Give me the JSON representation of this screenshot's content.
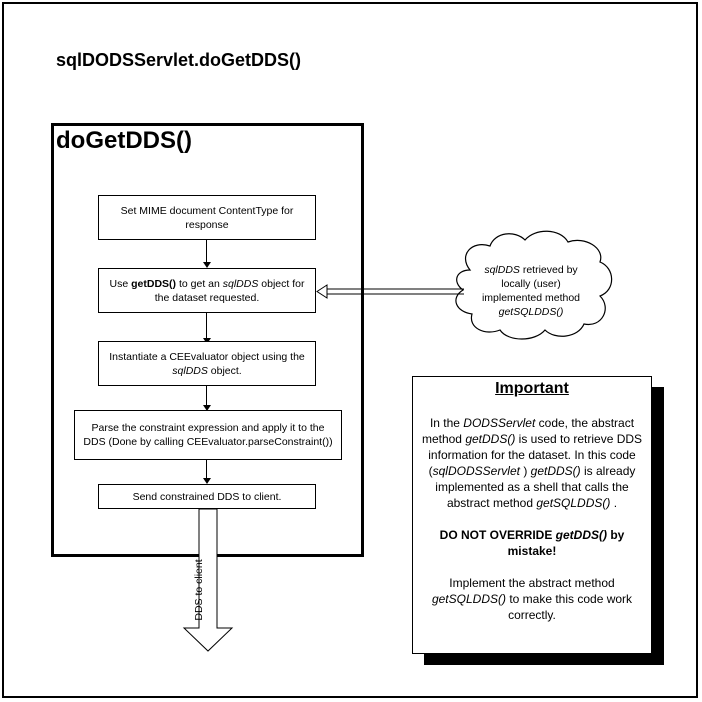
{
  "page_title": "sqlDODSServlet.doGetDDS()",
  "panel_title": "doGetDDS()",
  "steps": [
    {
      "lines": [
        "Set MIME document ContentType for",
        "response"
      ]
    },
    {
      "pre": "Use ",
      "bold": "getDDS()",
      "mid": " to get an ",
      "italic": "sqlDDS",
      "post": " object for",
      "line2": "the dataset requested."
    },
    {
      "line1": "Instantiate a CEEvaluator object using the",
      "italic": "sqlDDS",
      "post": " object."
    },
    {
      "lines": [
        "Parse the constraint expression and apply it to the",
        "DDS (Done by calling CEEvaluator.parseConstraint())"
      ]
    },
    {
      "lines": [
        "Send constrained DDS to client."
      ]
    }
  ],
  "cloud": {
    "italic1": "sqlDDS",
    "text1": "  retrieved by",
    "text2": "locally (user)",
    "text3": "implemented method",
    "italic2": "getSQLDDS()"
  },
  "output_arrow_label": "DDS to client",
  "note": {
    "title": "Important",
    "p1": {
      "a": "In the ",
      "b": "DODSServlet",
      "c": "  code, the abstract method ",
      "d": "getDDS()",
      "e": "  is used to retrieve DDS information for the dataset. In this code (",
      "f": "sqlDODSServlet",
      "g": " ) ",
      "h": "getDDS()",
      "i": "  is already implemented as a shell that calls the abstract method ",
      "j": "getSQLDDS()",
      "k": " ."
    },
    "warning": {
      "a": "DO NOT OVERRIDE  ",
      "b": "getDDS()",
      "c": "  by mistake!"
    },
    "p3": {
      "a": "Implement the abstract method ",
      "b": "getSQLDDS()",
      "c": "  to make this code work correctly."
    }
  }
}
